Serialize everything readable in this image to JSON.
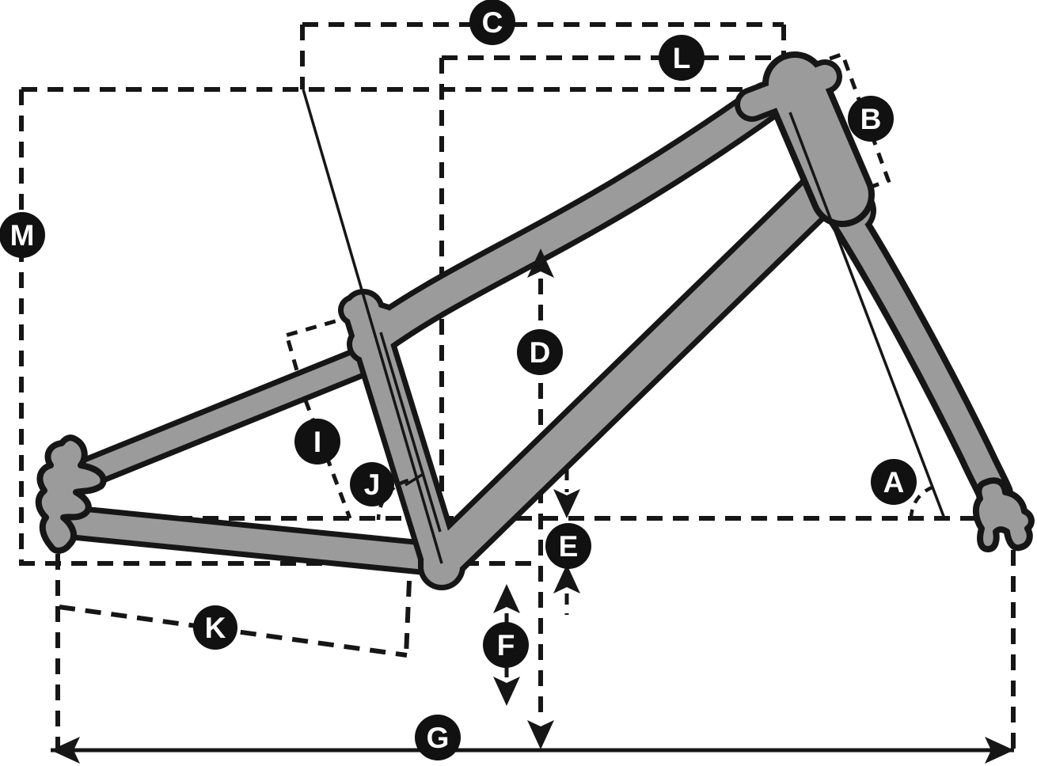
{
  "labels": {
    "A": "A",
    "B": "B",
    "C": "C",
    "D": "D",
    "E": "E",
    "F": "F",
    "G": "G",
    "I": "I",
    "J": "J",
    "K": "K",
    "L": "L",
    "M": "M"
  },
  "colors": {
    "frame-gray": "#9b9b9b",
    "line-black": "#161616",
    "label-bg": "#111111",
    "label-text": "#ffffff",
    "canvas": "#ffffff"
  }
}
